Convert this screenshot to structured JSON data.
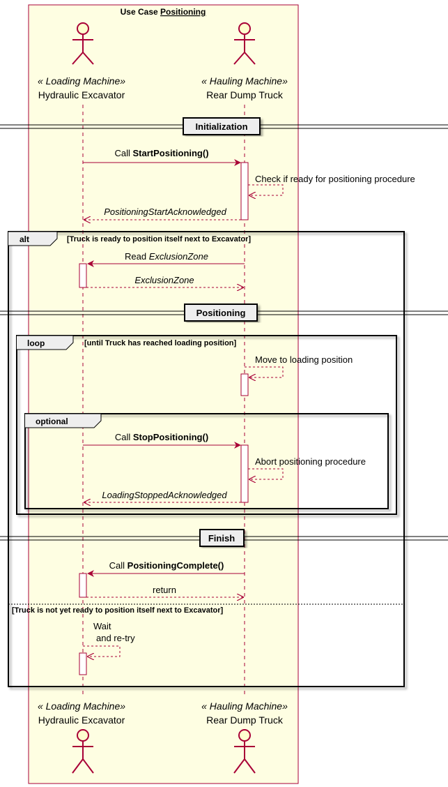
{
  "title": {
    "prefix": "Use Case ",
    "name": "Positioning"
  },
  "participants": {
    "excavator": {
      "stereotype": "« Loading Machine»",
      "name": "Hydraulic Excavator"
    },
    "truck": {
      "stereotype": "« Hauling Machine»",
      "name": "Rear Dump Truck"
    }
  },
  "dividers": {
    "initialization": "Initialization",
    "positioning": "Positioning",
    "finish": "Finish"
  },
  "messages": {
    "start_call": {
      "prefix": "Call ",
      "name": "StartPositioning()"
    },
    "check_ready": "Check if ready for positioning procedure",
    "start_ack": "PositioningStartAcknowledged",
    "read_zone": {
      "prefix": "Read ",
      "name": "ExclusionZone"
    },
    "zone_return": "ExclusionZone",
    "move": "Move to loading position",
    "stop_call": {
      "prefix": "Call ",
      "name": "StopPositioning()"
    },
    "abort": "Abort positioning procedure",
    "stop_ack": "LoadingStoppedAcknowledged",
    "complete_call": {
      "prefix": "Call ",
      "name": "PositioningComplete()"
    },
    "complete_return": "return",
    "wait": {
      "line1": "Wait",
      "line2": "and re-try"
    }
  },
  "frames": {
    "alt": {
      "keyword": "alt",
      "guard": "[Truck is ready to position itself next to Excavator]",
      "else_guard": "[Truck is not yet ready to position itself next to Excavator]"
    },
    "loop": {
      "keyword": "loop",
      "guard": "[until Truck has reached loading position]"
    },
    "optional": {
      "keyword": "optional"
    }
  },
  "colors": {
    "accent": "#A80036",
    "box_fill": "#FEFEE2",
    "actor_fill": "#FEFECE",
    "activation_fill": "#FFFFFF",
    "divider_fill": "#EEEEEE"
  }
}
